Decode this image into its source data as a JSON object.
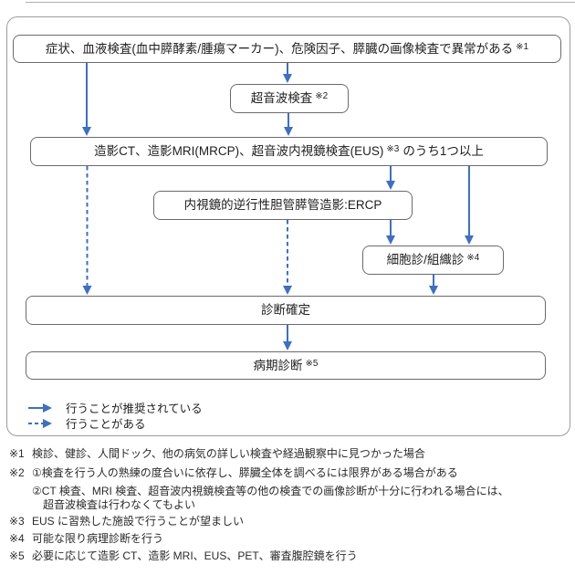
{
  "flowchart": {
    "boxes": [
      {
        "id": "initial-findings",
        "text": "症状、血液検査(血中膵酵素/腫瘍マーカー)、危険因子、膵臓の画像検査で異常がある",
        "sup": "※1"
      },
      {
        "id": "ultrasound",
        "text": "超音波検査",
        "sup": "※2"
      },
      {
        "id": "imaging-tests",
        "text": "造影CT、造影MRI(MRCP)、超音波内視鏡検査(EUS)",
        "sup": "※3",
        "suffix": "のうち1つ以上"
      },
      {
        "id": "ercp",
        "text": "内視鏡的逆行性胆管膵管造影:ERCP"
      },
      {
        "id": "cytology-histology",
        "text": "細胞診/組織診",
        "sup": "※4"
      },
      {
        "id": "diagnosis-confirmed",
        "text": "診断確定"
      },
      {
        "id": "staging-diagnosis",
        "text": "病期診断",
        "sup": "※5"
      }
    ],
    "legend": [
      {
        "style": "solid",
        "label": "行うことが推奨されている"
      },
      {
        "style": "dashed",
        "label": "行うことがある"
      }
    ],
    "colors": {
      "arrow": "#3B6FC9",
      "box_border": "#6B6B6B",
      "outer_border": "#9C9C9C",
      "text": "#1E1E1E"
    }
  },
  "notes": {
    "rows": [
      {
        "marker": "※1",
        "text": "検診、健診、人間ドック、他の病気の詳しい検査や経過観察中に見つかった場合"
      },
      {
        "marker": "※2",
        "text": "①検査を行う人の熟練の度合いに依存し、膵臓全体を調べるには限界がある場合がある"
      },
      {
        "marker": "",
        "text": "②CT 検査、MRI 検査、超音波内視鏡検査等の他の検査での画像診断が十分に行われる場合には、"
      },
      {
        "marker": "",
        "text": "超音波検査は行わなくてもよい"
      },
      {
        "marker": "※3",
        "text": "EUS に習熟した施設で行うことが望ましい"
      },
      {
        "marker": "※4",
        "text": "可能な限り病理診断を行う"
      },
      {
        "marker": "※5",
        "text": "必要に応じて造影 CT、造影 MRI、EUS、PET、審査腹腔鏡を行う"
      }
    ]
  }
}
